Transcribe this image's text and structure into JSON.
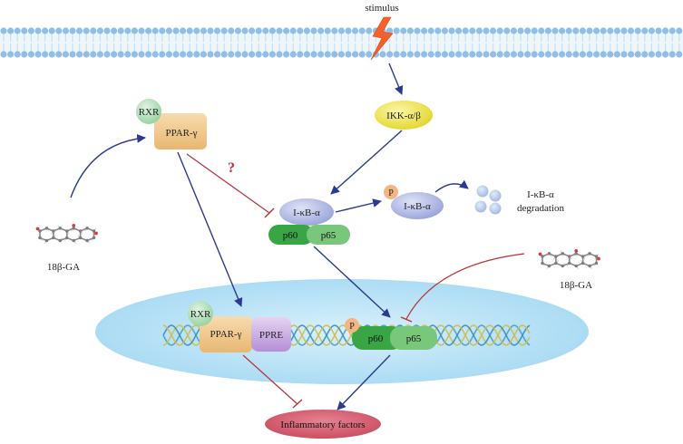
{
  "stimulus_label": "stimulus",
  "ikk_label": "IKK-α/β",
  "rxr_label": "RXR",
  "ppar_label": "PPAR-γ",
  "question_mark": "?",
  "ikb_label": "I-κB-α",
  "p60_label": "p60",
  "p65_label": "p65",
  "phospho_label": "P",
  "phospho_ikb_label": "I-κB-α",
  "degradation_line1": "I-κB-α",
  "degradation_line2": "degradation",
  "ga_left_label": "18β-GA",
  "ga_right_label": "18β-GA",
  "nucleus_rxr_label": "RXR",
  "nucleus_ppar_label": "PPAR-γ",
  "ppre_label": "PPRE",
  "nucleus_phospho_label": "P",
  "nucleus_p60_label": "p60",
  "nucleus_p65_label": "p65",
  "inflammatory_label": "Inflammatory factors",
  "colors": {
    "membrane_head": "#8fbfe8",
    "membrane_tail": "#c9dff2",
    "activation_arrow": "#2b3a8f",
    "inhibition_line": "#b8323a",
    "ikk": "#ece23a",
    "rxr": "#a8dcb0",
    "ppar": "#f0c98c",
    "ikb": "#a9b1e0",
    "p60": "#3aa545",
    "p65": "#79c77a",
    "phospho": "#f4b484",
    "ppre": "#c9a8e0",
    "nucleus": "#bfe4f6",
    "inflammatory": "#d55a6c"
  }
}
